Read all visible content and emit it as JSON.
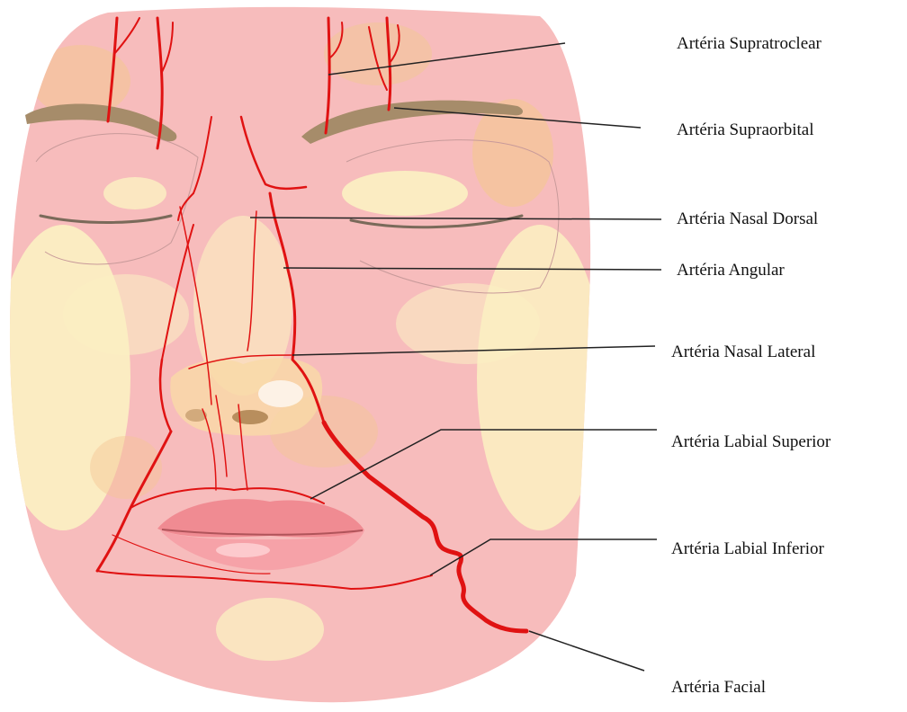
{
  "labels": [
    {
      "id": "supratroclear",
      "text": "Artéria Supratroclear"
    },
    {
      "id": "supraorbital",
      "text": "Artéria Supraorbital"
    },
    {
      "id": "nasal-dorsal",
      "text": "Artéria Nasal Dorsal"
    },
    {
      "id": "angular",
      "text": "Artéria Angular"
    },
    {
      "id": "nasal-lateral",
      "text": "Artéria Nasal Lateral"
    },
    {
      "id": "labial-superior",
      "text": "Artéria Labial Superior"
    },
    {
      "id": "labial-inferior",
      "text": "Artéria Labial Inferior"
    },
    {
      "id": "facial",
      "text": "Artéria Facial"
    }
  ],
  "colors": {
    "skin": "#f7bcbc",
    "skin_highlight": "#fbf1c2",
    "skin_shadow": "#f3c695",
    "artery": "#e01212",
    "brow": "#a68c6a",
    "lip": "#f08b92",
    "leader_line": "#222222"
  }
}
